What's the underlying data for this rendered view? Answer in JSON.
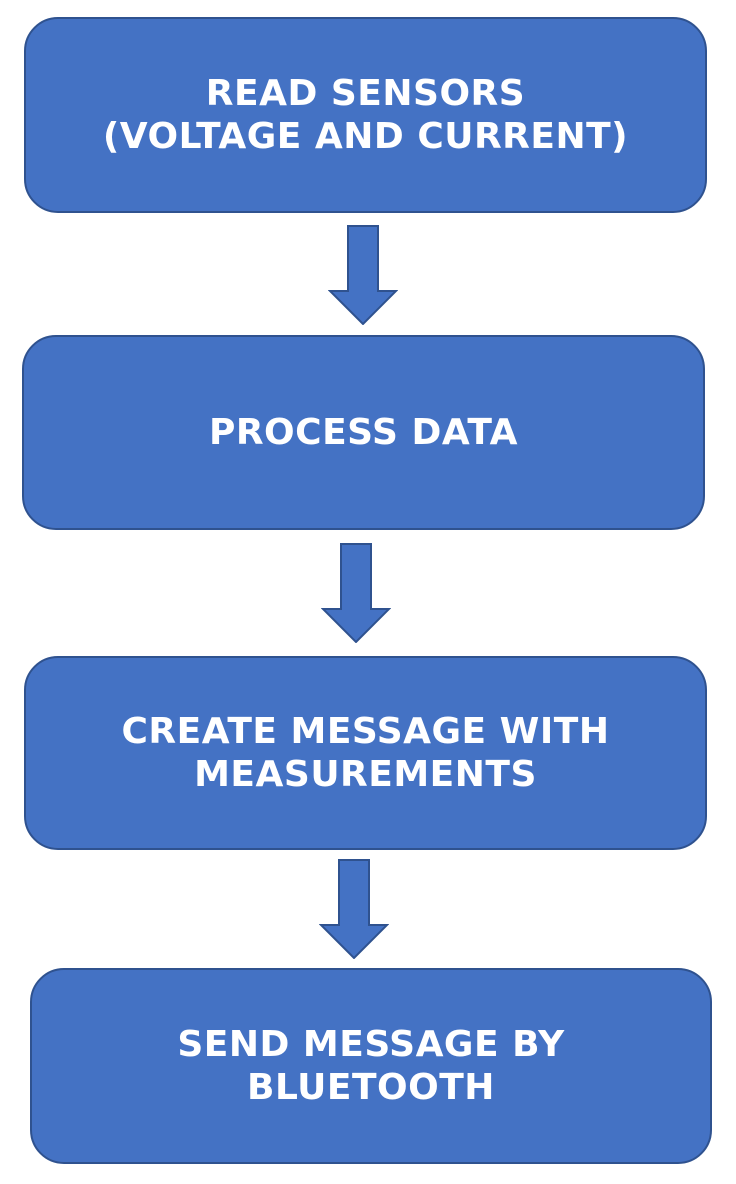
{
  "flowchart": {
    "colors": {
      "box_fill": "#4472C4",
      "box_border": "#2F528F",
      "text": "#FFFFFF",
      "arrow_fill": "#4472C4",
      "arrow_border": "#2F528F"
    },
    "steps": [
      {
        "label": "READ SENSORS\n(VOLTAGE AND CURRENT)"
      },
      {
        "label": "PROCESS DATA"
      },
      {
        "label": "CREATE MESSAGE WITH\nMEASUREMENTS"
      },
      {
        "label": "SEND MESSAGE BY\nBLUETOOTH"
      }
    ],
    "arrows": [
      {
        "icon": "arrow-down-icon"
      },
      {
        "icon": "arrow-down-icon"
      },
      {
        "icon": "arrow-down-icon"
      }
    ]
  }
}
